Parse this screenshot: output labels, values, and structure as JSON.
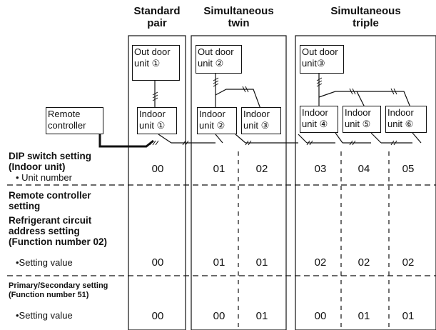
{
  "columns": {
    "standard": [
      "Standard",
      "pair"
    ],
    "twin": [
      "Simultaneous",
      "twin"
    ],
    "triple": [
      "Simultaneous",
      "triple"
    ]
  },
  "outdoor_units": [
    [
      "Out door",
      "unit ①"
    ],
    [
      "Out door",
      "unit ②"
    ],
    [
      "Out door",
      "unit③"
    ]
  ],
  "indoor_units": [
    [
      "Indoor",
      "unit ①"
    ],
    [
      "Indoor",
      "unit ②"
    ],
    [
      "Indoor",
      "unit ③"
    ],
    [
      "Indoor",
      "unit ④"
    ],
    [
      "Indoor",
      "unit ⑤"
    ],
    [
      "Indoor",
      "unit ⑥"
    ]
  ],
  "remote_controller": [
    "Remote",
    "controller"
  ],
  "rows": {
    "dip": {
      "title_1": "DIP switch setting",
      "title_2": "(Indoor unit)",
      "item": "• Unit number",
      "values": [
        "00",
        "01",
        "02",
        "03",
        "04",
        "05"
      ]
    },
    "remote": {
      "title_1": "Remote controller",
      "title_2": "setting",
      "title_3": "Refrigerant circuit",
      "title_4": "address setting",
      "title_5": "(Function number 02)",
      "item": "•Setting value",
      "values": [
        "00",
        "01",
        "01",
        "02",
        "02",
        "02"
      ]
    },
    "primary": {
      "title_1": "Primary/Secondary setting",
      "title_2": "(Function number 51)",
      "item": "•Setting value",
      "values": [
        "00",
        "00",
        "01",
        "00",
        "01",
        "01"
      ]
    }
  }
}
